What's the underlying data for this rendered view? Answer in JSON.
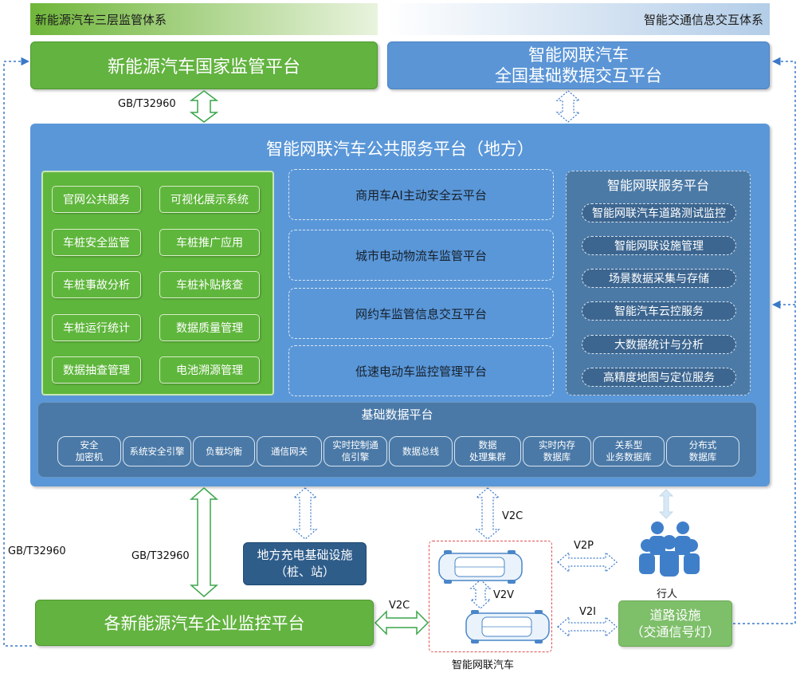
{
  "header": {
    "left": "新能源汽车三层监管体系",
    "right": "智能交通信息交互体系"
  },
  "top": {
    "national": "新能源汽车国家监管平台",
    "icv_line1": "智能网联汽车",
    "icv_line2": "全国基础数据交互平台"
  },
  "main": {
    "title": "智能网联汽车公共服务平台（地方）",
    "green_items": [
      "官网公共服务",
      "可视化展示系统",
      "车桩安全监管",
      "车桩推广应用",
      "车桩事故分析",
      "车桩补贴核查",
      "车桩运行统计",
      "数据质量管理",
      "数据抽查管理",
      "电池溯源管理"
    ],
    "middle_items": [
      "商用车AI主动安全云平台",
      "城市电动物流车监管平台",
      "网约车监管信息交互平台",
      "低速电动车监控管理平台"
    ],
    "service": {
      "title": "智能网联服务平台",
      "items": [
        "智能网联汽车道路测试监控",
        "智能网联设施管理",
        "场景数据采集与存储",
        "智能汽车云控服务",
        "大数据统计与分析",
        "高精度地图与定位服务"
      ]
    },
    "base": {
      "title": "基础数据平台",
      "items": [
        {
          "l1": "安全",
          "l2": "加密机"
        },
        {
          "l1": "系统安全引擎",
          "l2": ""
        },
        {
          "l1": "负载均衡",
          "l2": ""
        },
        {
          "l1": "通信网关",
          "l2": ""
        },
        {
          "l1": "实时控制通",
          "l2": "信引擎"
        },
        {
          "l1": "数据总线",
          "l2": ""
        },
        {
          "l1": "数据",
          "l2": "处理集群"
        },
        {
          "l1": "实时内存",
          "l2": "数据库"
        },
        {
          "l1": "关系型",
          "l2": "业务数据库"
        },
        {
          "l1": "分布式",
          "l2": "数据库"
        }
      ]
    }
  },
  "labels": {
    "gb_top": "GB/T32960",
    "gb_left": "GB/T32960",
    "gb_mid": "GB/T32960",
    "v2c_top": "V2C",
    "v2c_bottom": "V2C",
    "v2p": "V2P",
    "v2v": "V2V",
    "v2i": "V2I",
    "pedestrian": "行人",
    "icv_car": "智能网联汽车"
  },
  "bottom": {
    "charge_line1": "地方充电基础设施",
    "charge_line2": "（桩、站）",
    "enterprise": "各新能源汽车企业监控平台",
    "road_line1": "道路设施",
    "road_line2": "（交通信号灯）"
  },
  "colors": {
    "green": "#62b33f",
    "blue": "#5b95d6",
    "dark_blue": "#2f5d8a",
    "service_blue": "#4c7aa6"
  }
}
